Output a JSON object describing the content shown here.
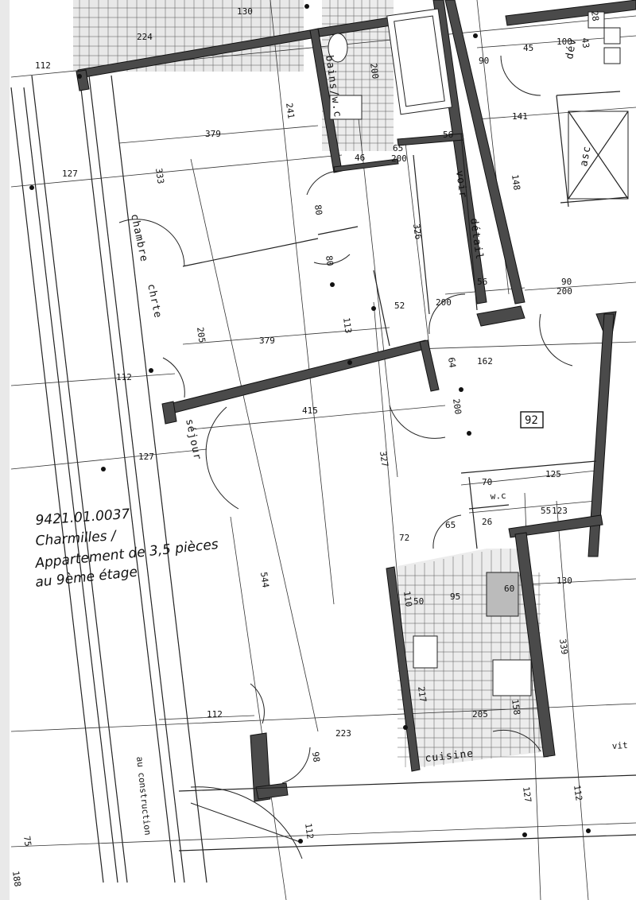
{
  "rooms": {
    "chambre": "chambre",
    "chrte": "chrte",
    "sejour": "séjour",
    "cuisine": "cuisine",
    "bains": "bains/w.c",
    "voir_detail_1": "voir",
    "voir_detail_2": "détail",
    "dev": "dév",
    "asc": "asc",
    "au_construction": "au construction",
    "wc": "w.c",
    "vit": "vit"
  },
  "apartment_number": "92",
  "annotation": {
    "ref": "9421.01.0037",
    "place": "Charmilles /",
    "desc": "Appartement de 3,5 pièces",
    "floor": "au 9ème étage"
  },
  "dims": {
    "d130": "130",
    "d224": "224",
    "d112a": "112",
    "d241": "241",
    "d379a": "379",
    "d127a": "127",
    "d333": "333",
    "d200a": "200",
    "d46": "46",
    "d65a": "65",
    "d56a": "56",
    "d200b": "200",
    "d80a": "80",
    "d326": "326",
    "d80b": "80",
    "d56b": "56",
    "d52": "52",
    "d113": "113",
    "d205a": "205",
    "d379b": "379",
    "d112b": "112",
    "d415": "415",
    "d162": "162",
    "d64": "64",
    "d200c": "200",
    "d127b": "127",
    "d327": "327",
    "d70": "70",
    "d125": "125",
    "d55": "55",
    "d123": "123",
    "d65b": "65",
    "d72": "72",
    "d110": "110",
    "d50": "50",
    "d95": "95",
    "d60": "60",
    "d130b": "130",
    "d339": "339",
    "d544": "544",
    "d112c": "112",
    "d223": "223",
    "d217": "217",
    "d205b": "205",
    "d158": "158",
    "d127c": "127",
    "d112d": "112",
    "d98": "98",
    "d112e": "112",
    "d75": "75",
    "d188": "188",
    "d141": "141",
    "d90a": "90",
    "d45": "45",
    "d100": "100",
    "d43": "43",
    "d28": "28",
    "d90b": "90",
    "d200d": "200",
    "d26": "26",
    "d148": "148",
    "d200e": "200"
  }
}
